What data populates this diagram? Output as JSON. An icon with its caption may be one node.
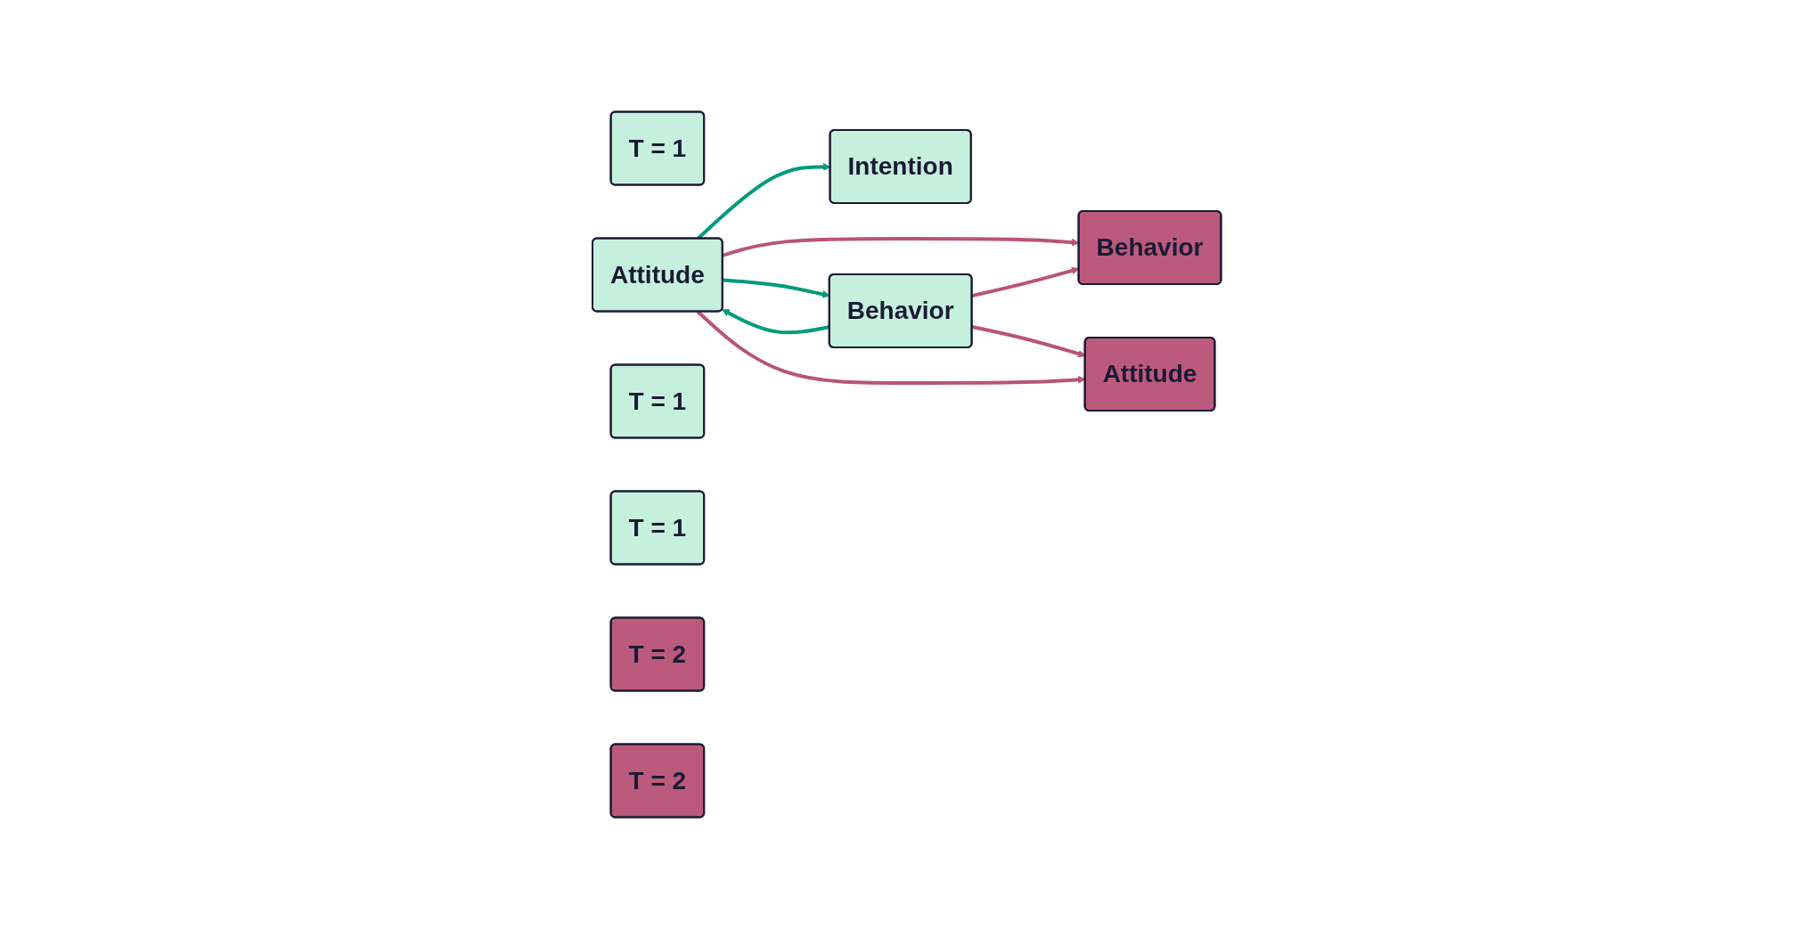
{
  "diagram": {
    "nodes": [
      {
        "text": [
          "T = 1"
        ]
      },
      {
        "text": [
          "Attitude"
        ]
      },
      {
        "text": [
          "T = 1"
        ]
      },
      {
        "text": [
          "Intention"
        ]
      },
      {
        "text": [
          "T = 1"
        ]
      },
      {
        "text": [
          "Behavior"
        ]
      },
      {
        "text": [
          "T = 2"
        ]
      },
      {
        "text": [
          "Behavior"
        ]
      },
      {
        "text": [
          "T = 2"
        ]
      },
      {
        "text": [
          "Attitude"
        ]
      }
    ],
    "edges": [
      {
        "from": 1,
        "to": 3,
        "arrow": "to",
        "color": "#009b7d"
      },
      {
        "from": 1,
        "to": 5,
        "arrow": "to",
        "color": "#009b7d"
      },
      {
        "from": 5,
        "to": 1,
        "arrow": "to",
        "color": "#009b7d"
      },
      {
        "from": 1,
        "to": 7,
        "arrow": "to"
      },
      {
        "from": 5,
        "to": 7,
        "arrow": "to"
      },
      {
        "from": 5,
        "to": 9,
        "arrow": "to"
      },
      {
        "from": 1,
        "to": 9,
        "arrow": "to"
      }
    ]
  }
}
